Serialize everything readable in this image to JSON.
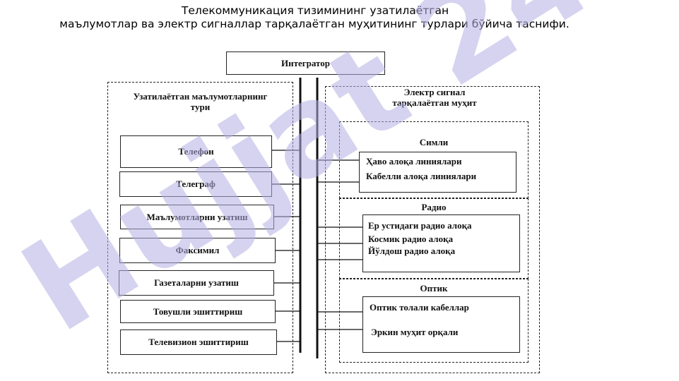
{
  "slide": {
    "title_line1": "Телекоммуникация тизимининг узатилаётган",
    "title_line2": "маълумотлар ва электр сигналлар тарқалаётган муҳитининг турлари бўйича таснифи.",
    "watermark": "Hujjat 24"
  },
  "diagram": {
    "integrator": "Интегратор",
    "left_group": {
      "title_line1": "Узатилаётган маълумотларнинг",
      "title_line2": "тури",
      "items": [
        "Телефон",
        "Телеграф",
        "Маълумотларни узатиш",
        "Факсимил",
        "Газеталарни узатиш",
        "Товушли эшиттириш",
        "Телевизион эшиттириш"
      ]
    },
    "right_group": {
      "title_line1": "Электр сигнал",
      "title_line2": "тарқалаётган муҳит",
      "sections": [
        {
          "title": "Симли",
          "items": [
            "Ҳаво алоқа линиялари",
            "Кабелли алоқа линиялари"
          ]
        },
        {
          "title": "Радио",
          "items": [
            "Ер устидаги радио алоқа",
            "Космик радио алоқа",
            "Йўлдош радио алоқа"
          ]
        },
        {
          "title": "Оптик",
          "items": [
            "Оптик толали кабеллар",
            "Эркин муҳит орқали"
          ]
        }
      ]
    }
  }
}
